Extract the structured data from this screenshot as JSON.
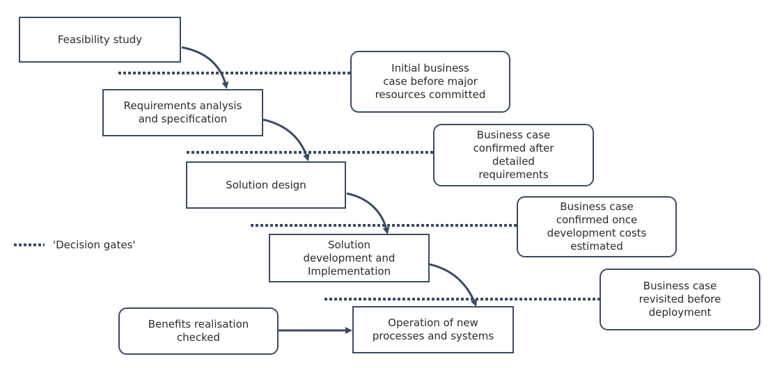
{
  "steps": {
    "feasibility": "Feasibility study",
    "requirements": "Requirements analysis\nand specification",
    "design": "Solution design",
    "development": "Solution\ndevelopment and\nImplementation",
    "operation": "Operation of new\nprocesses and systems"
  },
  "gates": {
    "g1": "Initial business\ncase before major\nresources committed",
    "g2": "Business case\nconfirmed after\ndetailed\nrequirements",
    "g3": "Business case\nconfirmed once\ndevelopment costs\nestimated",
    "g4": "Business case\nrevisited before\ndeployment"
  },
  "benefits": "Benefits realisation\nchecked",
  "legend": {
    "label": "'Decision gates'"
  },
  "colors": {
    "line": "#3b4a63",
    "border": "#3b4a63",
    "text": "#2b2b2b"
  }
}
